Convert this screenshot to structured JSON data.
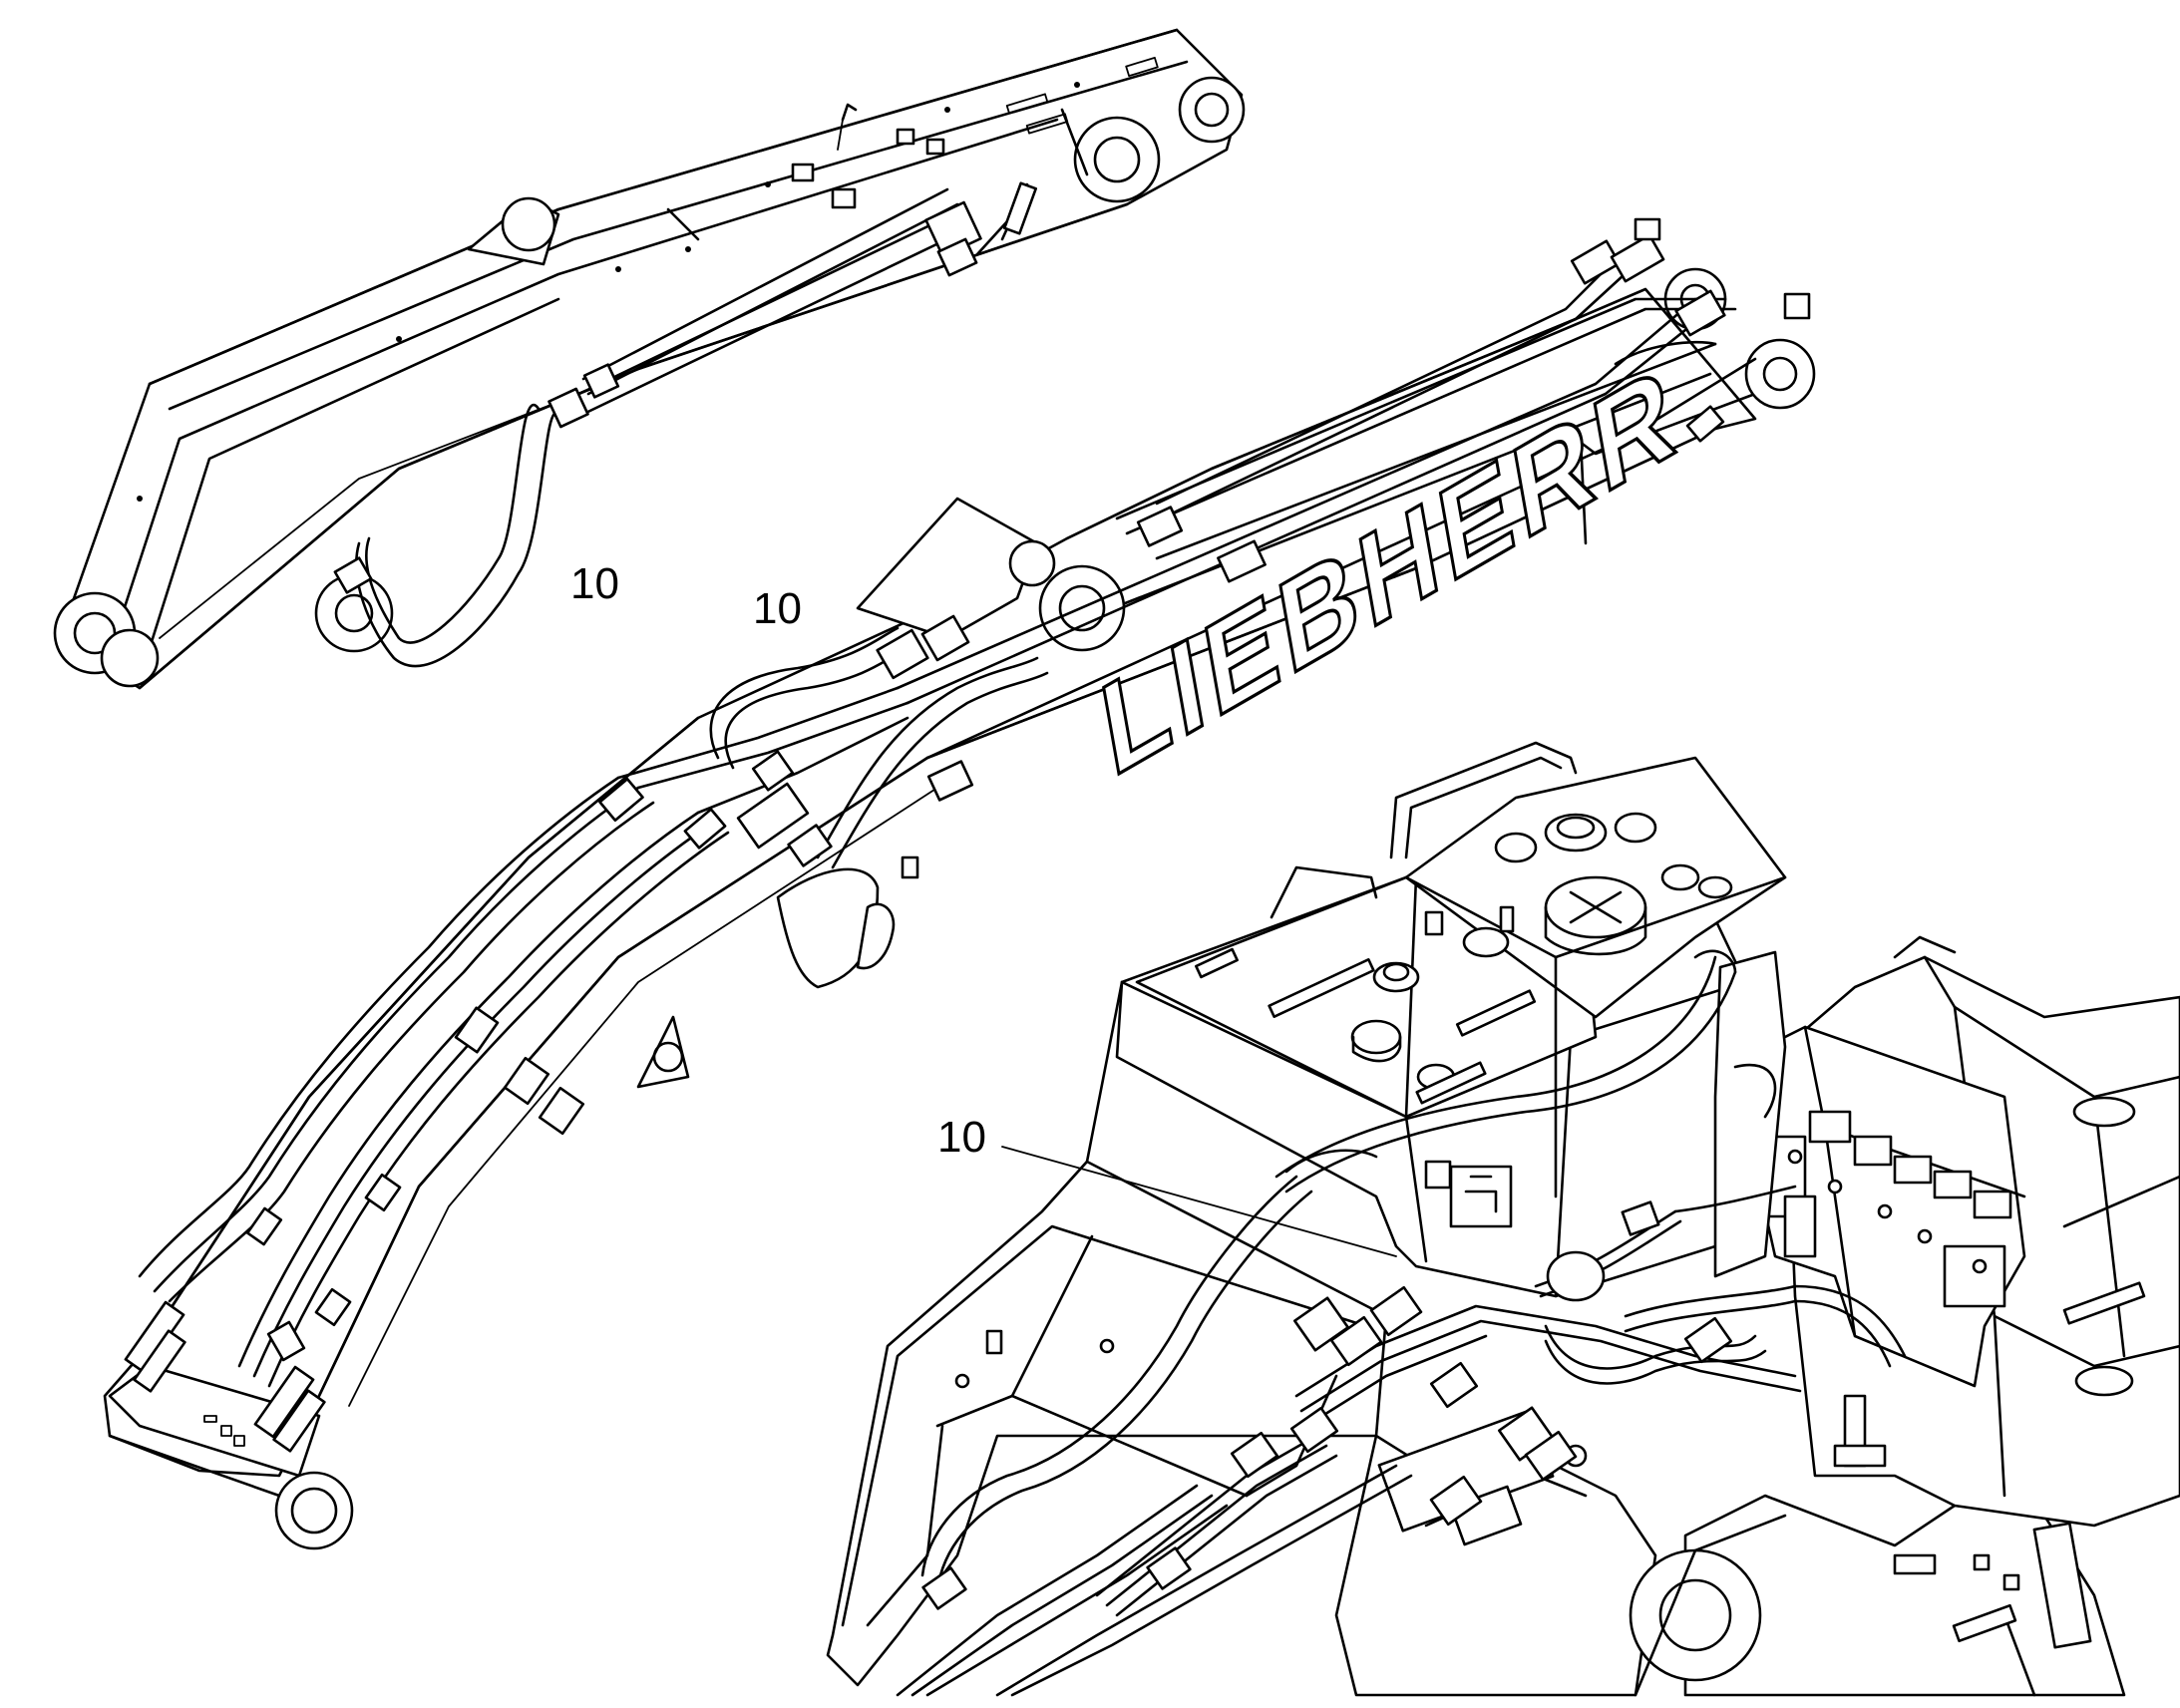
{
  "brand": "LIEBHERR",
  "callouts": [
    {
      "id": "stick-hose",
      "label": "10"
    },
    {
      "id": "boom-hose",
      "label": "10"
    },
    {
      "id": "tank-hose",
      "label": "10"
    }
  ]
}
